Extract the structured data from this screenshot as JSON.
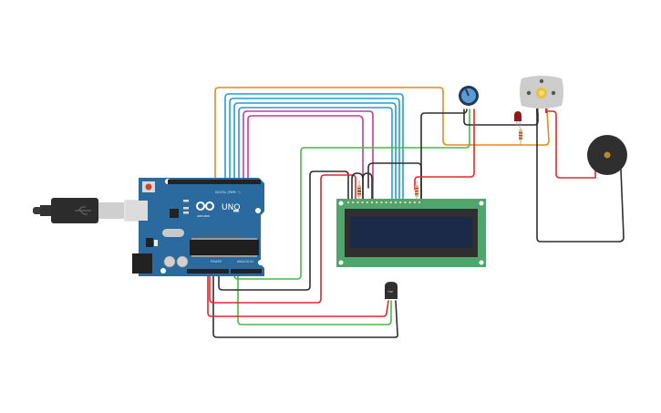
{
  "title": "Arduino circuit: LCD, potentiometer, DC motor, LED, piezo buzzer, temperature sensor",
  "components": {
    "usb_cable": {
      "label": "USB cable",
      "icon": "usb-icon"
    },
    "arduino": {
      "brand": "ARDUINO",
      "model": "UNO",
      "digital_header_label": "DIGITAL (PWM ~)",
      "power_header_label": "POWER",
      "analog_header_label": "ANALOG IN",
      "tx_label": "TX",
      "rx_label": "RX",
      "l_label": "L",
      "on_label": "ON"
    },
    "lcd": {
      "label": "16x2 LCD"
    },
    "potentiometer": {
      "label": "Potentiometer"
    },
    "motor": {
      "label": "DC Motor"
    },
    "led": {
      "label": "Red LED",
      "color": "#8b1a1a"
    },
    "piezo": {
      "label": "Piezo buzzer"
    },
    "temp_sensor": {
      "label": "Temperature sensor",
      "marking": "TMP"
    }
  },
  "wire_colors": {
    "orange": "#e8891c",
    "blue": "#1f9fd0",
    "magenta": "#c63a9c",
    "green": "#4bb84a",
    "black": "#2f2f2f",
    "red": "#e0282b"
  }
}
